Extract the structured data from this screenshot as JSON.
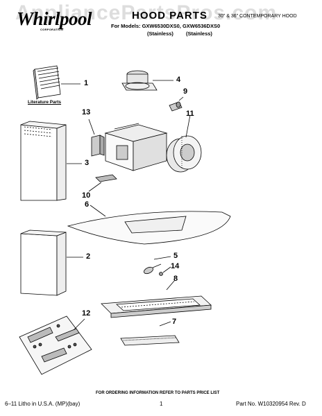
{
  "header": {
    "brand": "Whirlpool",
    "brand_sub": "CORPORATION",
    "title": "HOOD PARTS",
    "subtitle": "30\" & 36\" CONTEMPORARY HOOD",
    "models_line": "For Models: GXW6530DXS0, GXW6536DXS0",
    "finish_1": "(Stainless)",
    "finish_2": "(Stainless)"
  },
  "watermark": "AppliancePartsPros.com",
  "labels": {
    "literature_parts": "Literature Parts"
  },
  "callouts": [
    "1",
    "2",
    "3",
    "4",
    "5",
    "6",
    "7",
    "8",
    "9",
    "10",
    "11",
    "12",
    "13",
    "14"
  ],
  "footer": {
    "ordering_note": "FOR ORDERING INFORMATION REFER TO PARTS PRICE LIST",
    "litho": "6–11 Litho in U.S.A. (MP)(bay)",
    "page": "1",
    "part_no": "Part No. W10320954 Rev. D"
  }
}
